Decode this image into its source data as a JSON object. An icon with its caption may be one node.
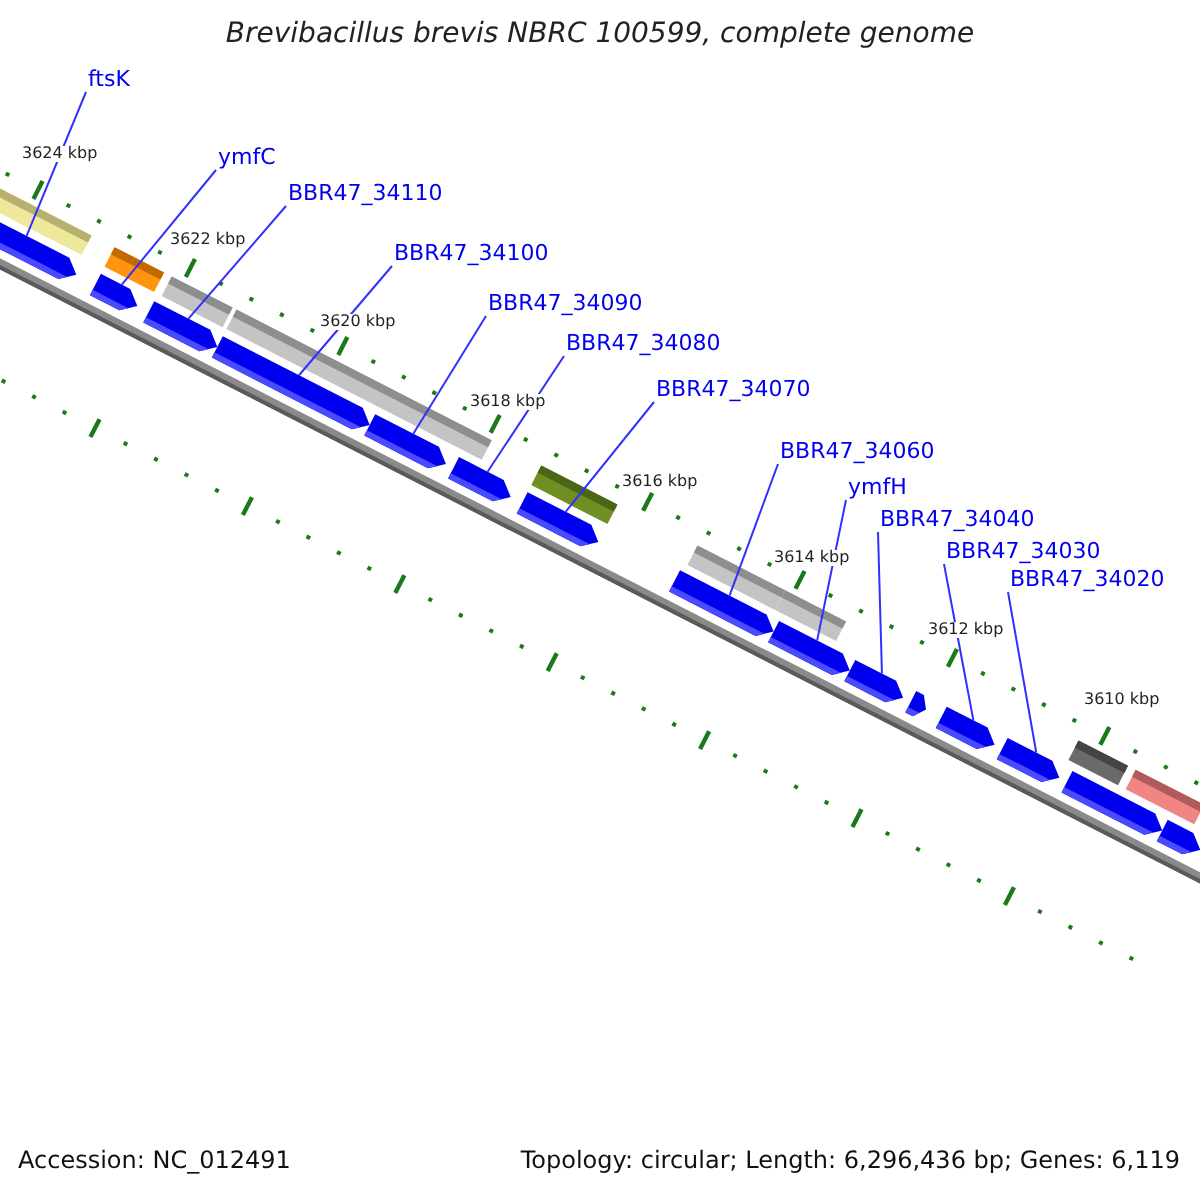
{
  "diagram": {
    "title": "Brevibacillus brevis NBRC 100599, complete genome",
    "nodes": [
      {
        "text": [
          "ftsK"
        ]
      },
      {
        "text": [
          "ymfC"
        ]
      },
      {
        "text": [
          "BBR47_34110"
        ]
      },
      {
        "text": [
          "BBR47_34100"
        ]
      },
      {
        "text": [
          "BBR47_34090"
        ]
      },
      {
        "text": [
          "BBR47_34080"
        ]
      },
      {
        "text": [
          "BBR47_34070"
        ]
      },
      {
        "text": [
          "BBR47_34060"
        ]
      },
      {
        "text": [
          "ymfH"
        ]
      },
      {
        "text": [
          "BBR47_34040"
        ]
      },
      {
        "text": [
          "BBR47_34030"
        ]
      },
      {
        "text": [
          "BBR47_34020"
        ]
      },
      {
        "text": [],
        "shape": "bar"
      },
      {
        "text": [],
        "shape": "bar"
      },
      {
        "text": [],
        "shape": "bar"
      },
      {
        "text": [],
        "shape": "bar"
      },
      {
        "text": [],
        "shape": "bar"
      },
      {
        "text": [],
        "shape": "bar"
      },
      {
        "text": [],
        "shape": "bar"
      },
      {
        "text": [],
        "shape": "bar"
      },
      {
        "text": [],
        "shape": "bar"
      },
      {
        "text": [],
        "shape": "bar"
      },
      {
        "text": [],
        "shape": "bar"
      },
      {
        "text": [],
        "shape": "bar"
      },
      {
        "text": [],
        "shape": "bar"
      },
      {
        "text": [],
        "shape": "bar"
      },
      {
        "text": [],
        "shape": "bar"
      }
    ],
    "edges": [
      {
        "from": 0,
        "to": 12,
        "arrow": "none"
      },
      {
        "from": 1,
        "to": 13,
        "arrow": "none"
      },
      {
        "from": 2,
        "to": 14,
        "arrow": "none"
      },
      {
        "from": 3,
        "to": 15,
        "arrow": "none"
      },
      {
        "from": 4,
        "to": 16,
        "arrow": "none"
      },
      {
        "from": 5,
        "to": 17,
        "arrow": "none"
      },
      {
        "from": 6,
        "to": 18,
        "arrow": "none"
      },
      {
        "from": 7,
        "to": 19,
        "arrow": "none"
      },
      {
        "from": 8,
        "to": 20,
        "arrow": "none"
      },
      {
        "from": 9,
        "to": 21,
        "arrow": "none"
      },
      {
        "from": 10,
        "to": 23,
        "arrow": "none"
      },
      {
        "from": 11,
        "to": 24,
        "arrow": "none"
      }
    ],
    "labels": [
      "3624 kbp",
      "3622 kbp",
      "3620 kbp",
      "3618 kbp",
      "3616 kbp",
      "3614 kbp",
      "3612 kbp",
      "3610 kbp",
      "Accession: NC_012491",
      "Topology: circular; Length: 6,296,436 bp; Genes: 6,119"
    ]
  }
}
